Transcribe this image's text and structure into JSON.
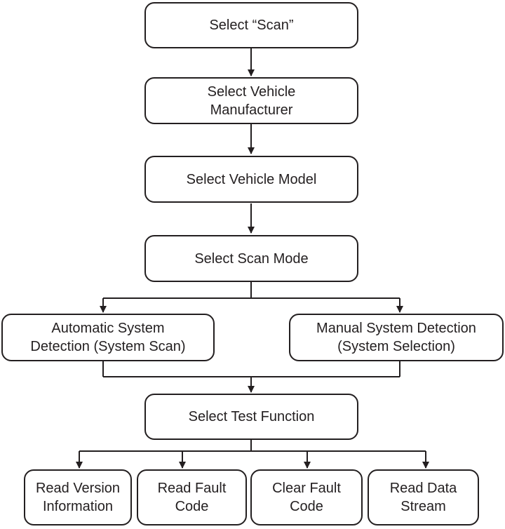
{
  "steps": {
    "scan": "Select “Scan”",
    "manufacturer": "Select Vehicle\nManufacturer",
    "model": "Select Vehicle Model",
    "scan_mode": "Select Scan Mode",
    "auto_detection": "Automatic System\nDetection (System Scan)",
    "manual_detection": "Manual System Detection\n(System Selection)",
    "test_function": "Select Test Function",
    "read_version": "Read Version\nInformation",
    "read_fault": "Read Fault\nCode",
    "clear_fault": "Clear Fault\nCode",
    "read_stream": "Read Data\nStream"
  }
}
